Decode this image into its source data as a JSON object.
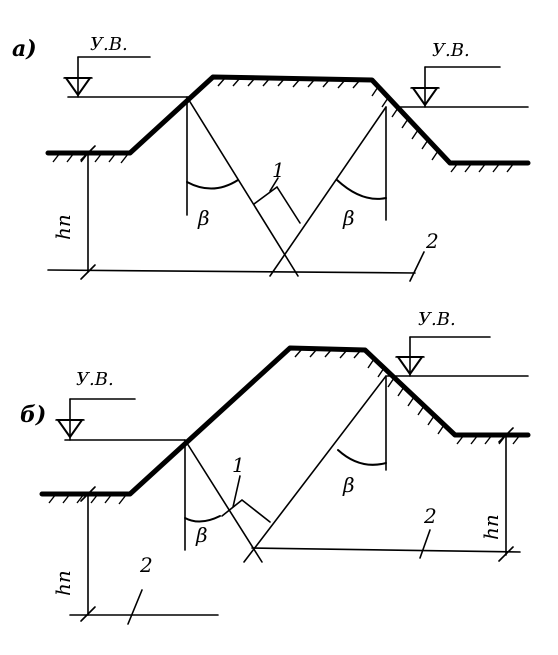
{
  "diagram_a": {
    "panel_label": "а)",
    "water_level_left": "У.В.",
    "water_level_right": "У.В.",
    "depth_label": "hп",
    "angle_left": "β",
    "angle_right": "β",
    "callout_1": "1",
    "callout_2": "2"
  },
  "diagram_b": {
    "panel_label": "б)",
    "water_level_left": "У.В.",
    "water_level_right": "У.В.",
    "depth_label_left": "hп",
    "depth_label_right": "hп",
    "angle_left": "β",
    "angle_right": "β",
    "callout_1": "1",
    "callout_2_left": "2",
    "callout_2_right": "2"
  }
}
